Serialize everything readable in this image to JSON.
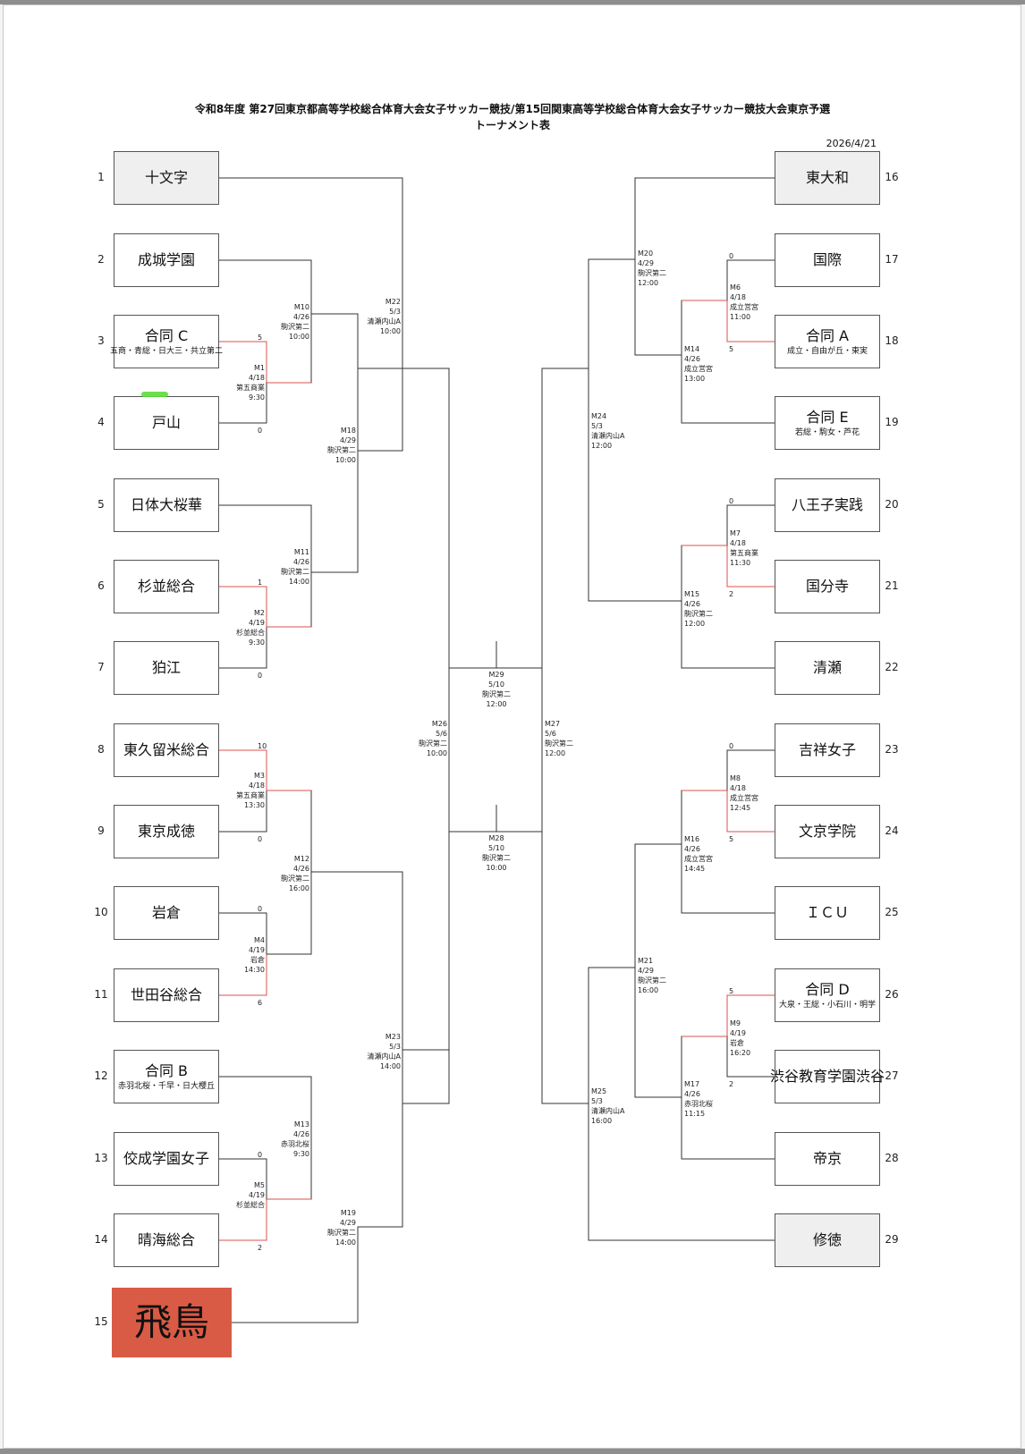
{
  "header": {
    "title": "令和8年度 第27回東京都高等学校総合体育大会女子サッカー競技/第15回関東高等学校総合体育大会女子サッカー競技大会東京予選",
    "subtitle": "トーナメント表",
    "date": "2026/4/21"
  },
  "teams": [
    {
      "seed": "1",
      "name": "十文字",
      "sub": ""
    },
    {
      "seed": "2",
      "name": "成城学園",
      "sub": ""
    },
    {
      "seed": "3",
      "name": "合同 C",
      "sub": "五商・青総・日大三・共立第二"
    },
    {
      "seed": "4",
      "name": "戸山",
      "sub": ""
    },
    {
      "seed": "5",
      "name": "日体大桜華",
      "sub": ""
    },
    {
      "seed": "6",
      "name": "杉並総合",
      "sub": ""
    },
    {
      "seed": "7",
      "name": "狛江",
      "sub": ""
    },
    {
      "seed": "8",
      "name": "東久留米総合",
      "sub": ""
    },
    {
      "seed": "9",
      "name": "東京成徳",
      "sub": ""
    },
    {
      "seed": "10",
      "name": "岩倉",
      "sub": ""
    },
    {
      "seed": "11",
      "name": "世田谷総合",
      "sub": ""
    },
    {
      "seed": "12",
      "name": "合同 B",
      "sub": "赤羽北桜・千早・日大櫻丘"
    },
    {
      "seed": "13",
      "name": "佼成学園女子",
      "sub": ""
    },
    {
      "seed": "14",
      "name": "晴海総合",
      "sub": ""
    },
    {
      "seed": "15",
      "name": "飛鳥",
      "sub": ""
    },
    {
      "seed": "16",
      "name": "東大和",
      "sub": ""
    },
    {
      "seed": "17",
      "name": "国際",
      "sub": ""
    },
    {
      "seed": "18",
      "name": "合同 A",
      "sub": "成立・自由が丘・東実"
    },
    {
      "seed": "19",
      "name": "合同 E",
      "sub": "若総・駒女・芦花"
    },
    {
      "seed": "20",
      "name": "八王子実践",
      "sub": ""
    },
    {
      "seed": "21",
      "name": "国分寺",
      "sub": ""
    },
    {
      "seed": "22",
      "name": "清瀬",
      "sub": ""
    },
    {
      "seed": "23",
      "name": "吉祥女子",
      "sub": ""
    },
    {
      "seed": "24",
      "name": "文京学院",
      "sub": ""
    },
    {
      "seed": "25",
      "name": "ＩＣＵ",
      "sub": ""
    },
    {
      "seed": "26",
      "name": "合同 D",
      "sub": "大泉・王総・小石川・明学"
    },
    {
      "seed": "27",
      "name": "渋谷教育学園渋谷",
      "sub": ""
    },
    {
      "seed": "28",
      "name": "帝京",
      "sub": ""
    },
    {
      "seed": "29",
      "name": "修徳",
      "sub": ""
    }
  ],
  "matches": [
    {
      "id": "M1",
      "date": "4/18",
      "venue": "第五商業",
      "time": "9:30"
    },
    {
      "id": "M2",
      "date": "4/19",
      "venue": "杉並総合",
      "time": "9:30"
    },
    {
      "id": "M3",
      "date": "4/18",
      "venue": "第五商業",
      "time": "13:30"
    },
    {
      "id": "M4",
      "date": "4/19",
      "venue": "岩倉",
      "time": "14:30"
    },
    {
      "id": "M5",
      "date": "4/19",
      "venue": "杉並総合",
      "time": ""
    },
    {
      "id": "M6",
      "date": "4/18",
      "venue": "成立営宮",
      "time": "11:00"
    },
    {
      "id": "M7",
      "date": "4/18",
      "venue": "第五商業",
      "time": "11:30"
    },
    {
      "id": "M8",
      "date": "4/18",
      "venue": "成立営宮",
      "time": "12:45"
    },
    {
      "id": "M9",
      "date": "4/19",
      "venue": "岩倉",
      "time": "16:20"
    },
    {
      "id": "M10",
      "date": "4/26",
      "venue": "駒沢第二",
      "time": "10:00"
    },
    {
      "id": "M11",
      "date": "4/26",
      "venue": "駒沢第二",
      "time": "14:00"
    },
    {
      "id": "M12",
      "date": "4/26",
      "venue": "駒沢第二",
      "time": "16:00"
    },
    {
      "id": "M13",
      "date": "4/26",
      "venue": "赤羽北桜",
      "time": "9:30"
    },
    {
      "id": "M14",
      "date": "4/26",
      "venue": "成立営宮",
      "time": "13:00"
    },
    {
      "id": "M15",
      "date": "4/26",
      "venue": "駒沢第二",
      "time": "12:00"
    },
    {
      "id": "M16",
      "date": "4/26",
      "venue": "成立営宮",
      "time": "14:45"
    },
    {
      "id": "M17",
      "date": "4/26",
      "venue": "赤羽北桜",
      "time": "11:15"
    },
    {
      "id": "M18",
      "date": "4/29",
      "venue": "駒沢第二",
      "time": "10:00"
    },
    {
      "id": "M19",
      "date": "4/29",
      "venue": "駒沢第二",
      "time": "14:00"
    },
    {
      "id": "M20",
      "date": "4/29",
      "venue": "駒沢第二",
      "time": "12:00"
    },
    {
      "id": "M21",
      "date": "4/29",
      "venue": "駒沢第二",
      "time": "16:00"
    },
    {
      "id": "M22",
      "date": "5/3",
      "venue": "清瀬内山A",
      "time": "10:00"
    },
    {
      "id": "M23",
      "date": "5/3",
      "venue": "清瀬内山A",
      "time": "14:00"
    },
    {
      "id": "M24",
      "date": "5/3",
      "venue": "清瀬内山A",
      "time": "12:00"
    },
    {
      "id": "M25",
      "date": "5/3",
      "venue": "清瀬内山A",
      "time": "16:00"
    },
    {
      "id": "M26",
      "date": "5/6",
      "venue": "駒沢第二",
      "time": "10:00"
    },
    {
      "id": "M27",
      "date": "5/6",
      "venue": "駒沢第二",
      "time": "12:00"
    },
    {
      "id": "M28",
      "date": "5/10",
      "venue": "駒沢第二",
      "time": "10:00"
    },
    {
      "id": "M29",
      "date": "5/10",
      "venue": "駒沢第二",
      "time": "12:00"
    }
  ],
  "scores": [
    {
      "match": "M1",
      "top": "5",
      "bottom": "0"
    },
    {
      "match": "M2",
      "top": "1",
      "bottom": "0"
    },
    {
      "match": "M3",
      "top": "10",
      "bottom": "0"
    },
    {
      "match": "M4",
      "top": "0",
      "bottom": "6"
    },
    {
      "match": "M5",
      "top": "0",
      "bottom": "2"
    },
    {
      "match": "M6",
      "top": "0",
      "bottom": "5"
    },
    {
      "match": "M7",
      "top": "0",
      "bottom": "2"
    },
    {
      "match": "M8",
      "top": "0",
      "bottom": "5"
    },
    {
      "match": "M9",
      "top": "5",
      "bottom": "2"
    }
  ],
  "colors": {
    "win_line": "#d9534f",
    "line": "#333333",
    "highlight_team": "#d95b45",
    "marker": "#5ddc3a"
  }
}
